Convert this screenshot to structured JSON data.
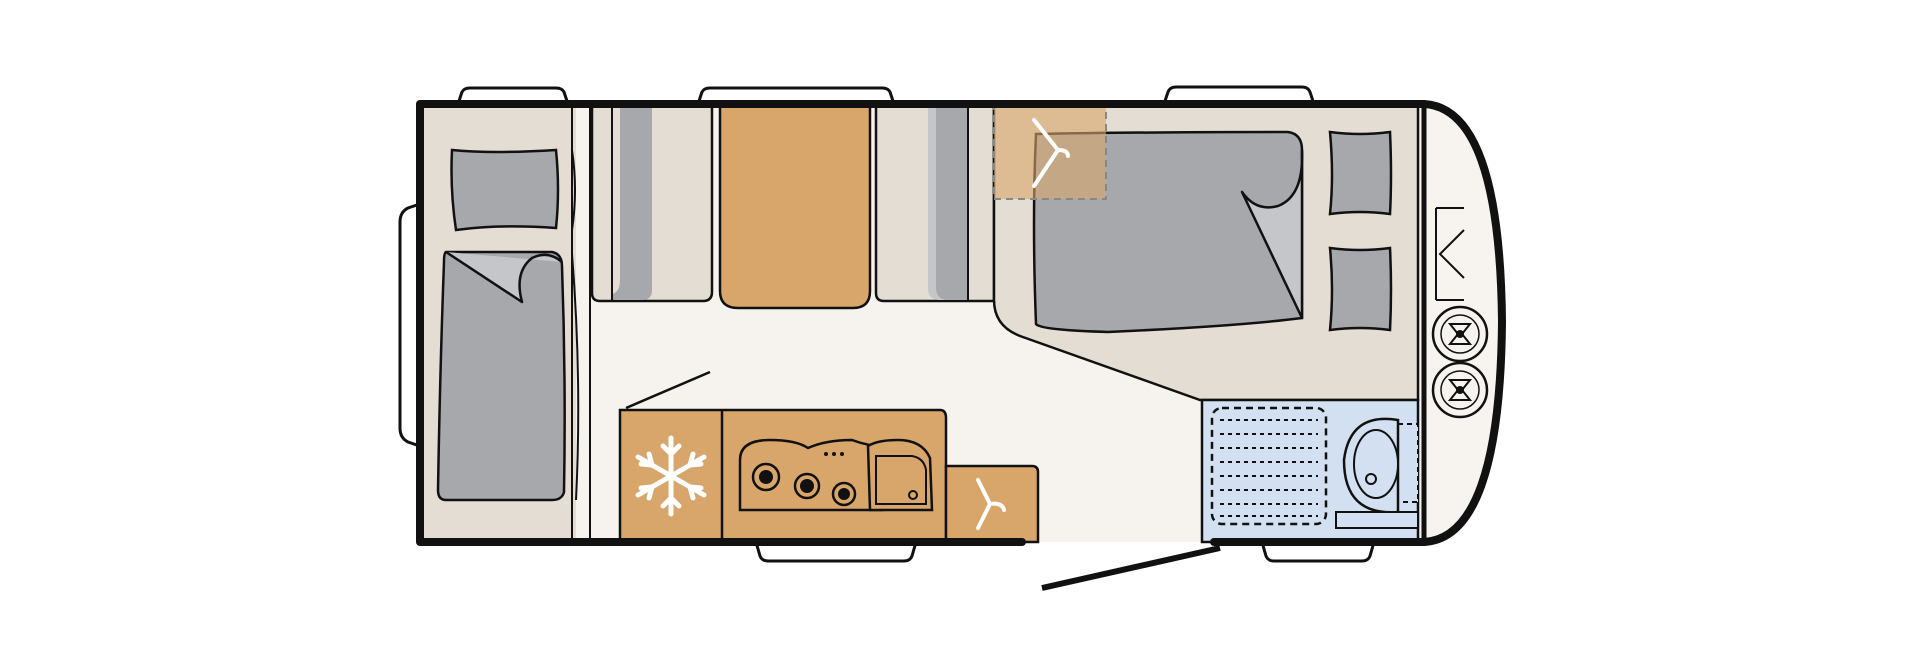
{
  "floorplan": {
    "colors": {
      "background": "#ffffff",
      "outline": "#111111",
      "floor": "#f6f3ee",
      "furniture_beige": "#e3ddd3",
      "cushion_grey": "#a6a8ac",
      "cushion_light": "#c5c6c9",
      "wood": "#d8a66a",
      "bathroom_blue": "#d3e0f1",
      "nose": "#f7f4ef",
      "window": "#ffffff"
    },
    "icons": {
      "fridge": "snowflake-icon",
      "wardrobe_front": "hanger-icon",
      "wardrobe_kitchen": "hanger-icon",
      "hob": "gas-hob-icon",
      "sink": "sink-icon",
      "toilet": "toilet-icon",
      "shower": "shower-tray-icon",
      "gas_bottles": "gas-bottle-icon",
      "entry_door": "door-swing-icon",
      "drawbar_locker": "locker-lid-icon"
    },
    "areas": [
      "rear-bed",
      "center-dinette",
      "front-bed",
      "kitchen",
      "washroom",
      "front-locker"
    ]
  }
}
